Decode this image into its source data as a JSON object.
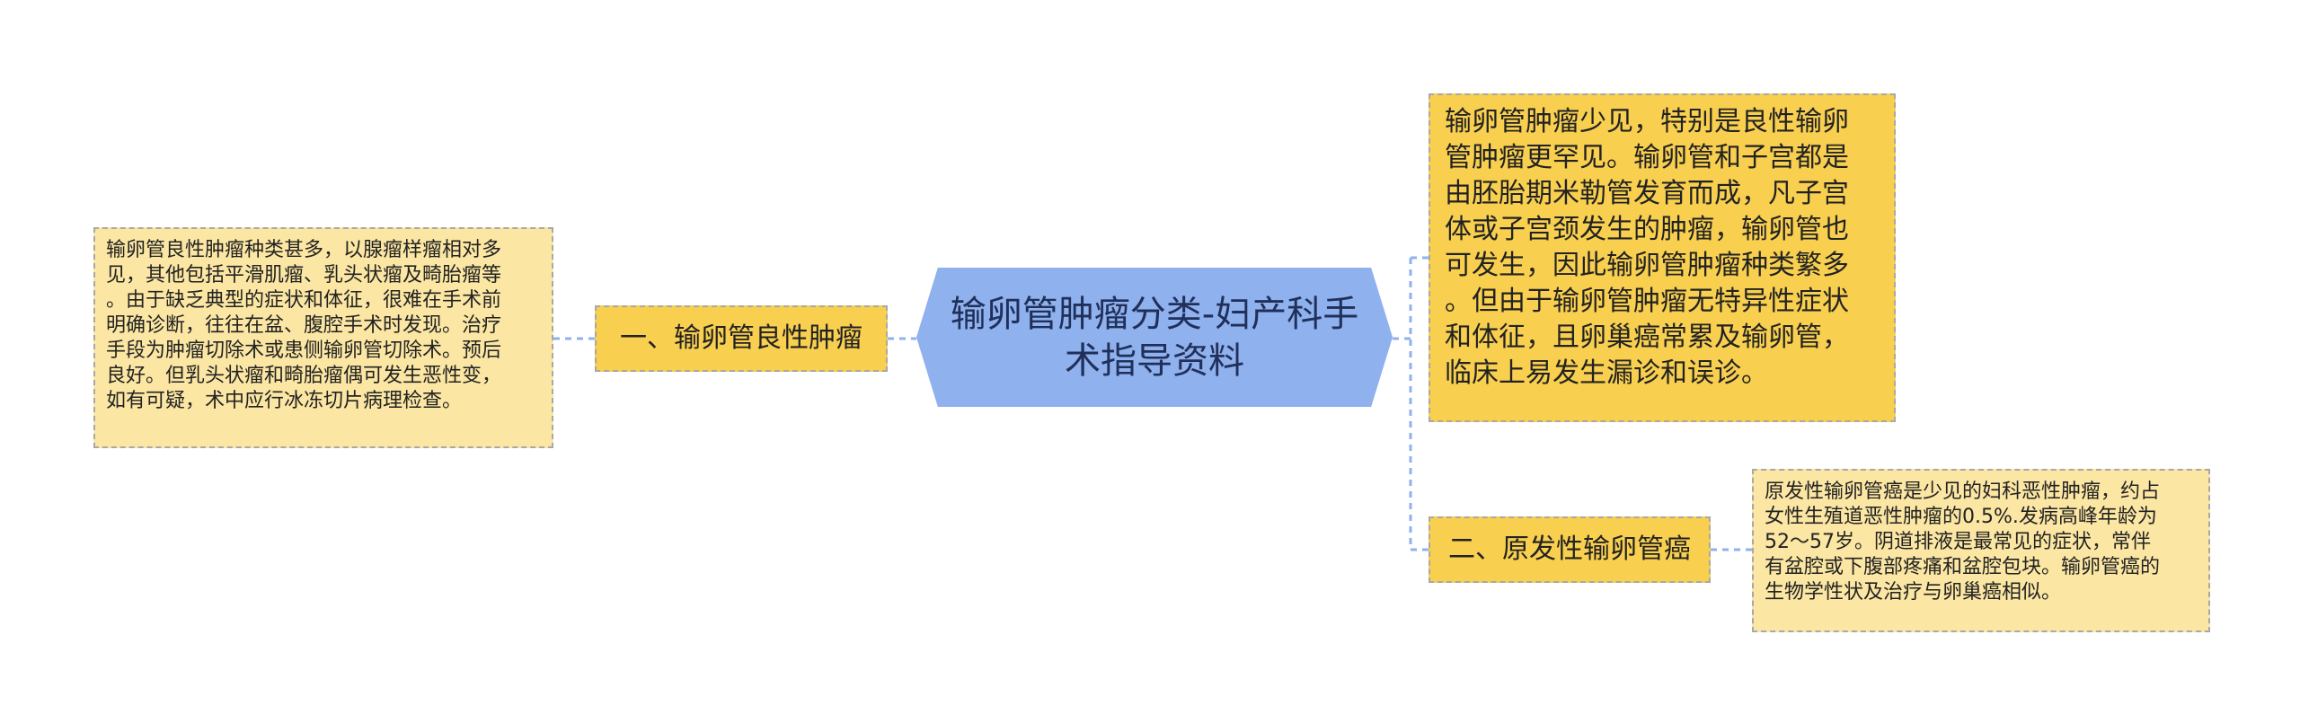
{
  "mindmap": {
    "root": {
      "lines": [
        "输卵管肿瘤分类-妇产科手",
        "术指导资料"
      ]
    },
    "intro": {
      "lines": [
        "输卵管肿瘤少见，特别是良性输卵",
        "管肿瘤更罕见。输卵管和子宫都是",
        "由胚胎期米勒管发育而成，凡子宫",
        "体或子宫颈发生的肿瘤，输卵管也",
        "可发生，因此输卵管肿瘤种类繁多",
        "。但由于输卵管肿瘤无特异性症状",
        "和体征，且卵巢癌常累及输卵管，",
        "临床上易发生漏诊和误诊。"
      ]
    },
    "branch_left": {
      "label": "一、输卵管良性肿瘤",
      "detail_lines": [
        "输卵管良性肿瘤种类甚多，以腺瘤样瘤相对多",
        "见，其他包括平滑肌瘤、乳头状瘤及畸胎瘤等",
        "。由于缺乏典型的症状和体征，很难在手术前",
        "明确诊断，往往在盆、腹腔手术时发现。治疗",
        "手段为肿瘤切除术或患侧输卵管切除术。预后",
        "良好。但乳头状瘤和畸胎瘤偶可发生恶性变，",
        "如有可疑，术中应行冰冻切片病理检查。"
      ]
    },
    "branch_right": {
      "label": "二、原发性输卵管癌",
      "detail_lines": [
        "原发性输卵管癌是少见的妇科恶性肿瘤，约占",
        "女性生殖道恶性肿瘤的0.5%.发病高峰年龄为",
        "52～57岁。阴道排液是最常见的症状，常伴",
        "有盆腔或下腹部疼痛和盆腔包块。输卵管癌的",
        "生物学性状及治疗与卵巢癌相似。"
      ]
    },
    "colors": {
      "root_fill": "#8fb1ee",
      "branch_fill": "#f8cf4f",
      "detail_fill": "#fbe6a3",
      "connector": "#8fb1ee",
      "border": "#a8a8a8"
    }
  }
}
